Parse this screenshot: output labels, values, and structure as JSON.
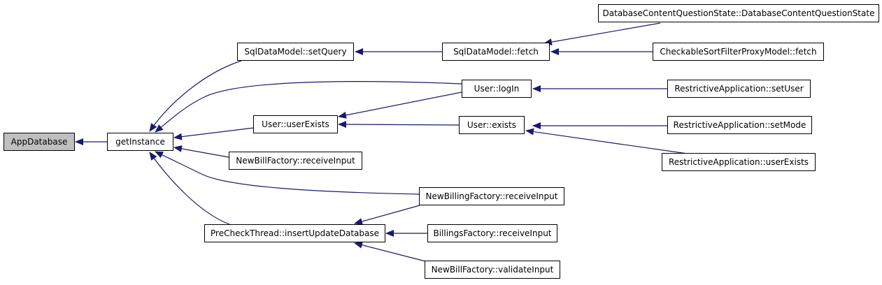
{
  "colors": {
    "edge": "#191970",
    "node_border": "#000000",
    "root_fill": "#bfbfbf",
    "node_fill": "#ffffff"
  },
  "nodes": {
    "app_database": "AppDatabase",
    "get_instance": "getInstance",
    "sql_set_query": "SqlDataModel::setQuery",
    "user_exists": "User::userExists",
    "new_bill_receive": "NewBillFactory::receiveInput",
    "precheck_insert": "PreCheckThread::insertUpdateDatabase",
    "sql_fetch": "SqlDataModel::fetch",
    "user_login": "User::logIn",
    "user_exists2": "User::exists",
    "new_billing_receive": "NewBillingFactory::receiveInput",
    "billings_receive": "BillingsFactory::receiveInput",
    "new_bill_validate": "NewBillFactory::validateInput",
    "db_content_state": "DatabaseContentQuestionState::DatabaseContentQuestionState",
    "checkable_fetch": "CheckableSortFilterProxyModel::fetch",
    "ra_set_user": "RestrictiveApplication::setUser",
    "ra_set_mode": "RestrictiveApplication::setMode",
    "ra_user_exists": "RestrictiveApplication::userExists"
  }
}
